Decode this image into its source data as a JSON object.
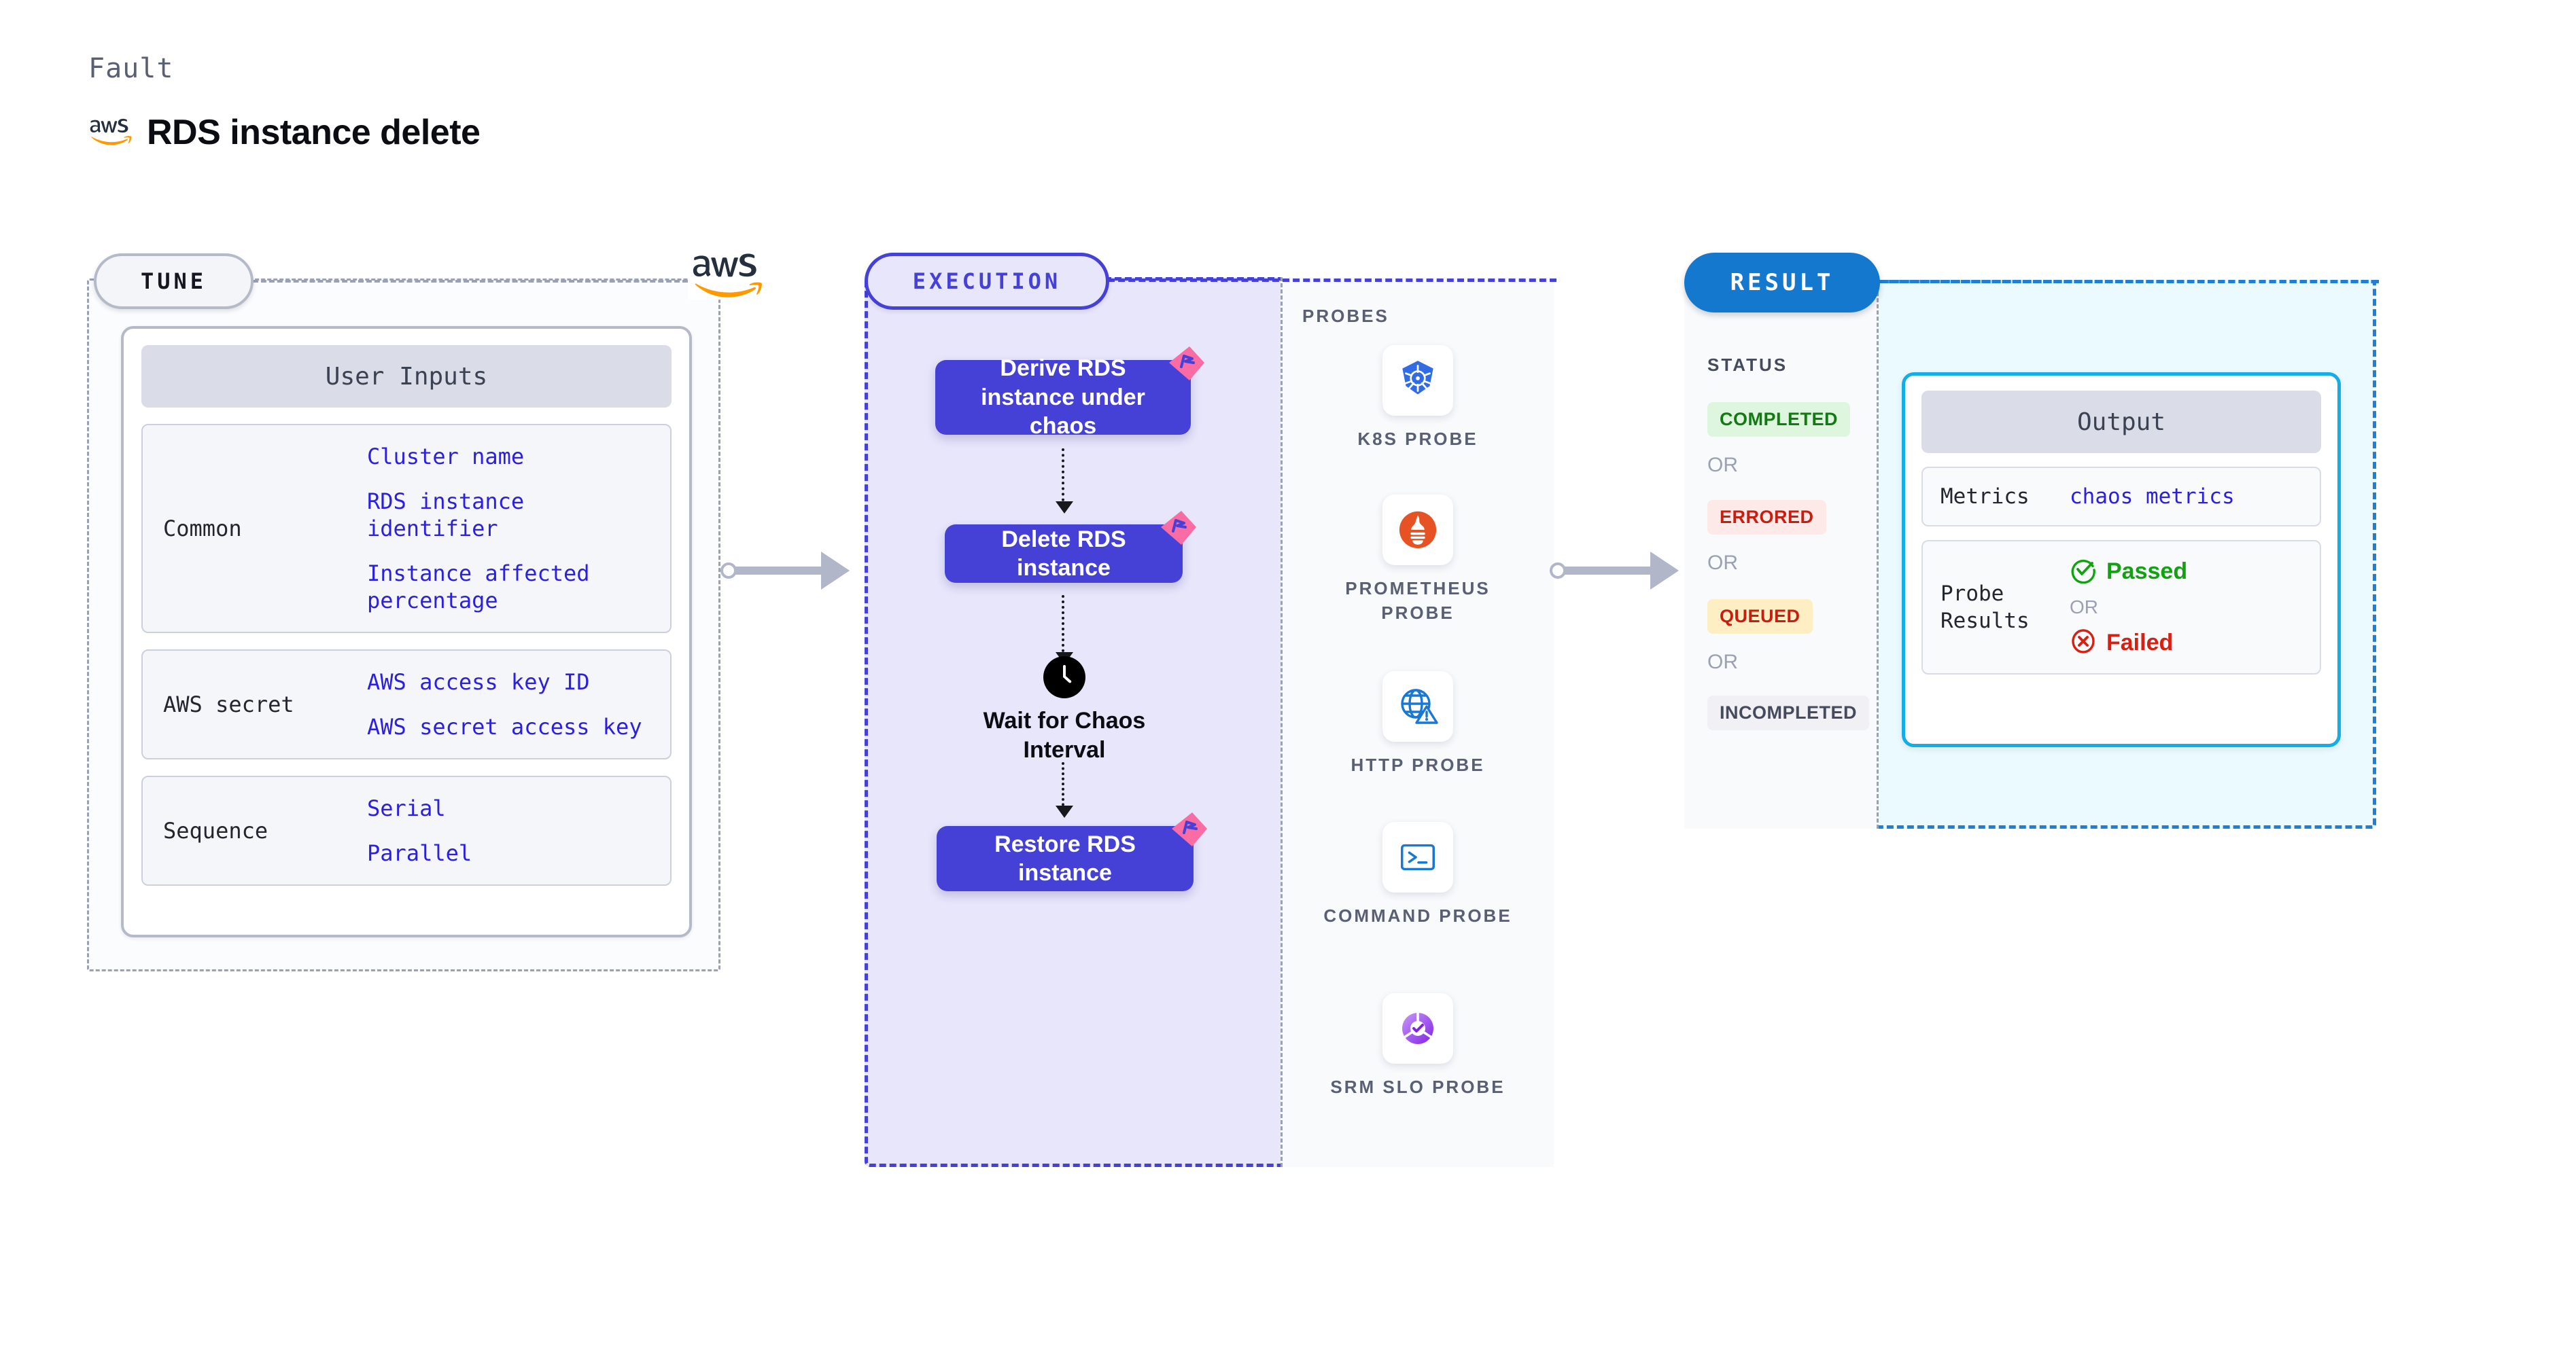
{
  "header": {
    "kicker": "Fault",
    "title": "RDS instance delete",
    "brand_icon": "aws-logo"
  },
  "tune": {
    "pill_label": "TUNE",
    "brand_icon": "aws-logo",
    "card_title": "User Inputs",
    "rows": [
      {
        "label": "Common",
        "values": [
          "Cluster name",
          "RDS instance identifier",
          "Instance affected percentage"
        ]
      },
      {
        "label": "AWS secret",
        "values": [
          "AWS access key ID",
          "AWS secret access key"
        ]
      },
      {
        "label": "Sequence",
        "values": [
          "Serial",
          "Parallel"
        ]
      }
    ]
  },
  "execution": {
    "pill_label": "EXECUTION",
    "steps": [
      {
        "label": "Derive RDS instance under chaos",
        "badge_icon": "chaos-badge-icon"
      },
      {
        "label": "Delete RDS instance",
        "badge_icon": "chaos-badge-icon"
      },
      {
        "label": "Restore RDS instance",
        "badge_icon": "chaos-badge-icon"
      }
    ],
    "wait": {
      "icon": "clock-icon",
      "label": "Wait for Chaos Interval"
    }
  },
  "probes": {
    "title": "PROBES",
    "items": [
      {
        "label": "K8S PROBE",
        "icon": "kubernetes-icon"
      },
      {
        "label": "PROMETHEUS PROBE",
        "icon": "prometheus-icon"
      },
      {
        "label": "HTTP PROBE",
        "icon": "http-globe-icon"
      },
      {
        "label": "COMMAND PROBE",
        "icon": "terminal-icon"
      },
      {
        "label": "SRM SLO PROBE",
        "icon": "srm-slo-icon"
      }
    ]
  },
  "result": {
    "pill_label": "RESULT",
    "status_title": "STATUS",
    "or_label": "OR",
    "statuses": [
      {
        "label": "COMPLETED",
        "bg": "#ddf6dd",
        "fg": "#127a12"
      },
      {
        "label": "ERRORED",
        "bg": "#fde9e7",
        "fg": "#c81e0f"
      },
      {
        "label": "QUEUED",
        "bg": "#fdeec4",
        "fg": "#c81e0f"
      },
      {
        "label": "INCOMPLETED",
        "bg": "#f0f0f5",
        "fg": "#454b5c"
      }
    ],
    "output": {
      "title": "Output",
      "metrics_label": "Metrics",
      "metrics_value": "chaos metrics",
      "probe_results_label": "Probe Results",
      "passed_label": "Passed",
      "failed_label": "Failed",
      "or_label": "OR",
      "passed_icon": "check-circle-icon",
      "failed_icon": "x-circle-icon"
    }
  },
  "colors": {
    "execution_accent": "#4540d6",
    "result_accent": "#1479ce",
    "output_border": "#14ade6",
    "value_text": "#2b1fe0",
    "badge_pink": "#fb6ba4"
  }
}
